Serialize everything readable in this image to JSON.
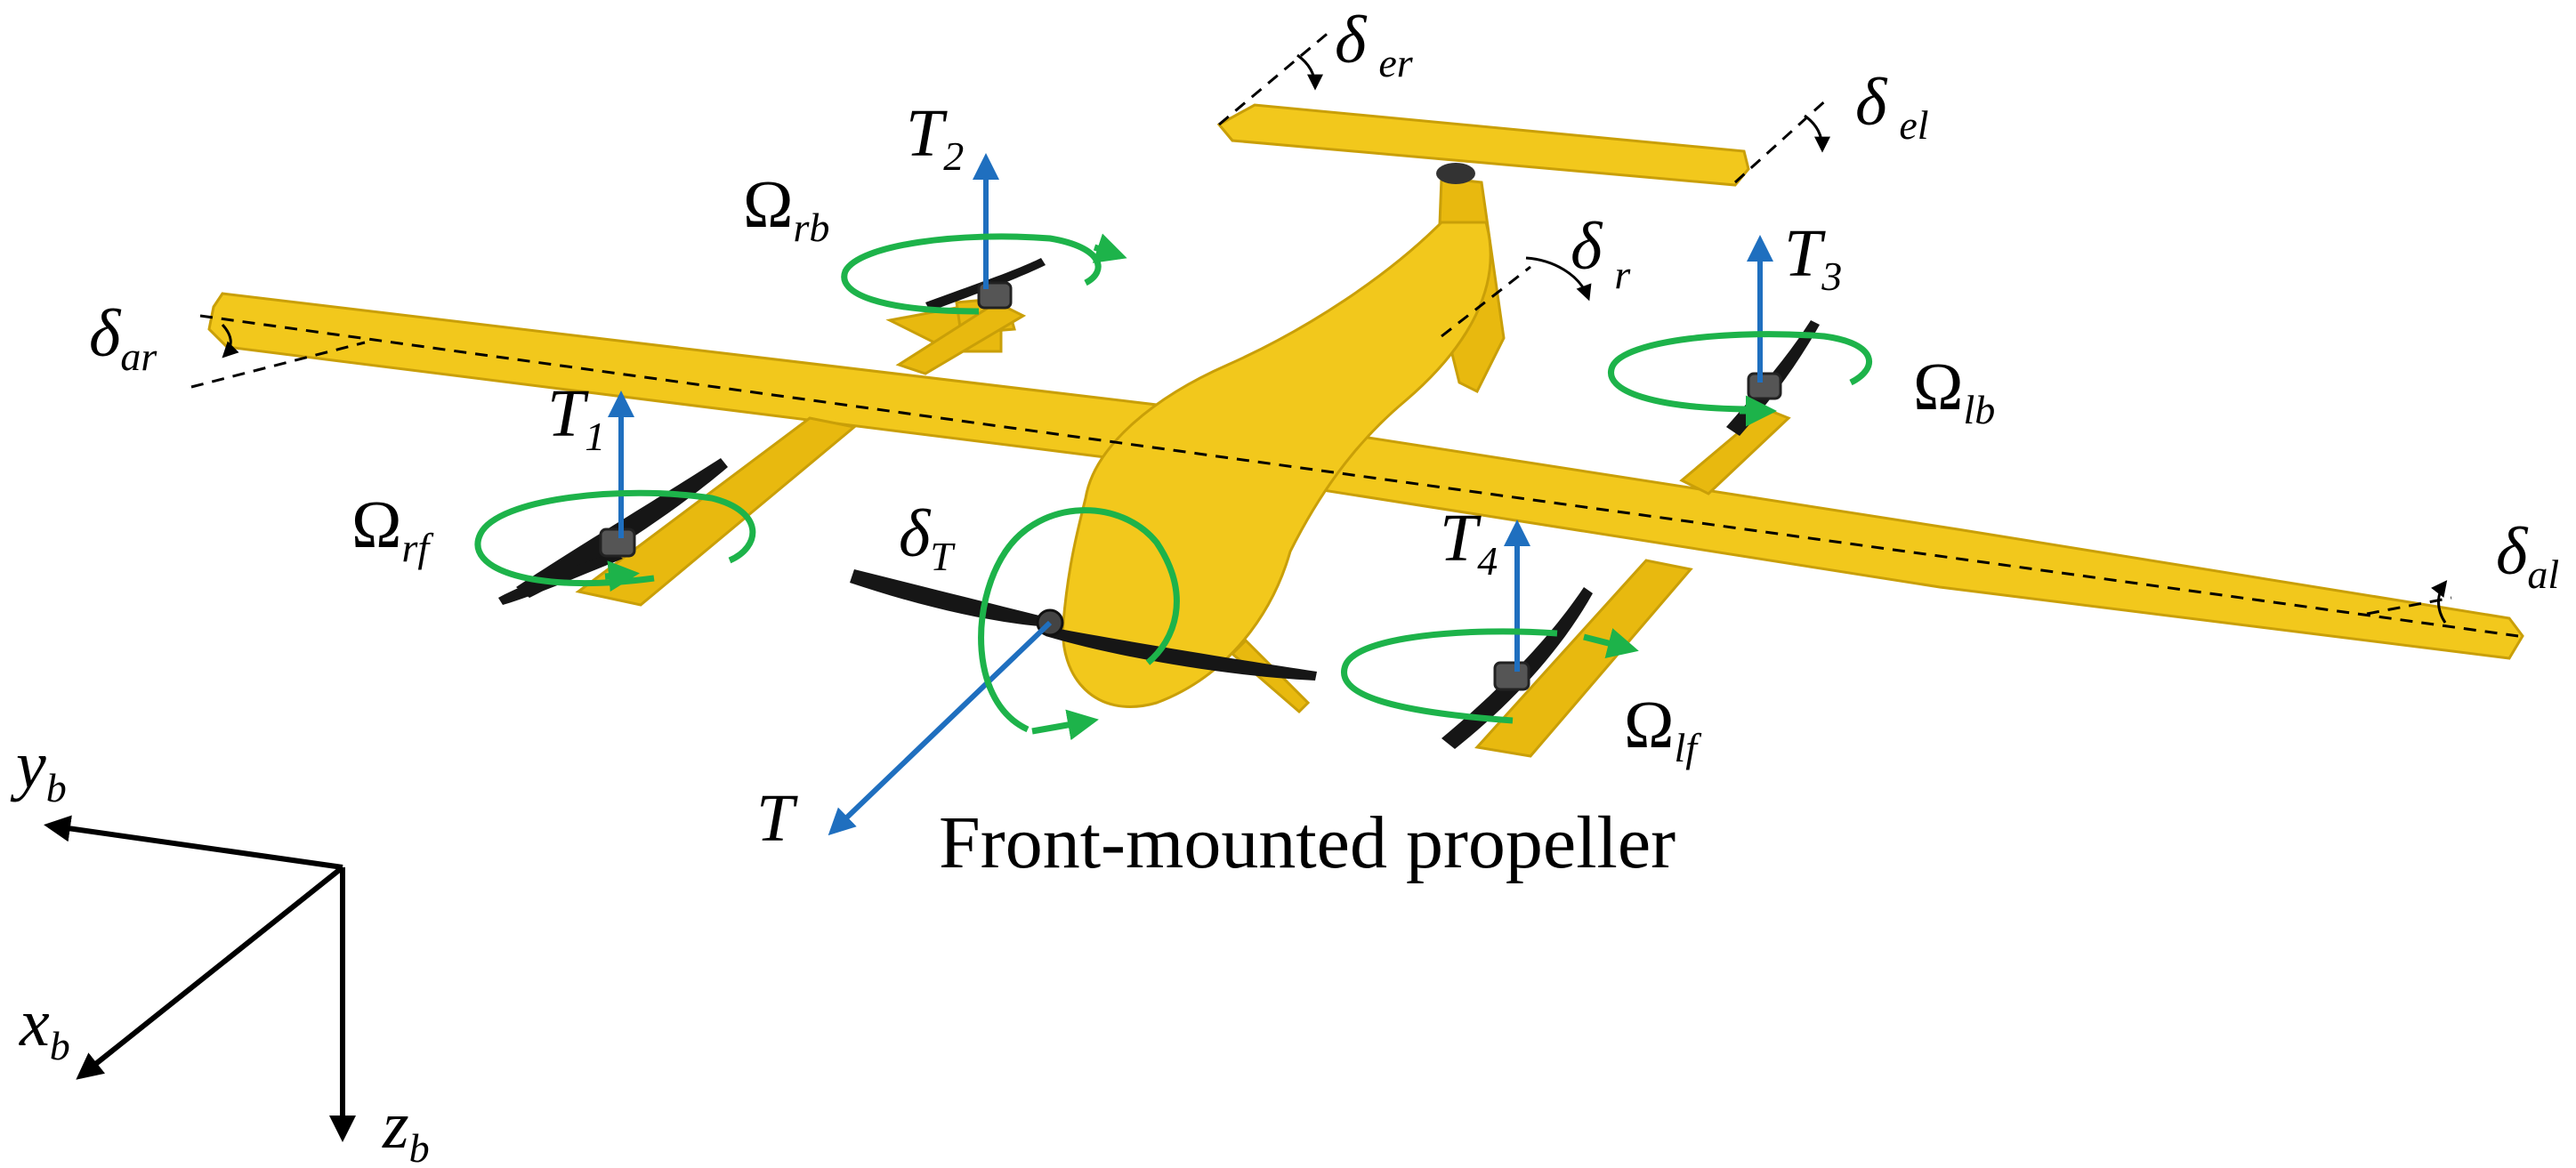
{
  "labels": {
    "T1": {
      "base": "T",
      "sub": "1"
    },
    "T2": {
      "base": "T",
      "sub": "2"
    },
    "T3": {
      "base": "T",
      "sub": "3"
    },
    "T4": {
      "base": "T",
      "sub": "4"
    },
    "T": {
      "base": "T"
    },
    "omega_rf": {
      "base": "Ω",
      "sub": "rf"
    },
    "omega_rb": {
      "base": "Ω",
      "sub": "rb"
    },
    "omega_lb": {
      "base": "Ω",
      "sub": "lb"
    },
    "omega_lf": {
      "base": "Ω",
      "sub": "lf"
    },
    "delta_T": {
      "base": "δ",
      "sub": "T"
    },
    "delta_ar": {
      "base": "δ",
      "sub": "ar"
    },
    "delta_al": {
      "base": "δ",
      "sub": "al"
    },
    "delta_er": {
      "base": "δ",
      "sub": "er"
    },
    "delta_el": {
      "base": "δ",
      "sub": "el"
    },
    "delta_r": {
      "base": "δ",
      "sub": "r"
    },
    "yb": {
      "base": "y",
      "sub": "b"
    },
    "xb": {
      "base": "x",
      "sub": "b"
    },
    "zb": {
      "base": "z",
      "sub": "b"
    }
  },
  "caption": "Front-mounted propeller",
  "colors": {
    "airframe": "#f2c81c",
    "thrust_arrows": "#1f6fbf",
    "rotation_arrows": "#1db34a",
    "propeller": "#161616"
  }
}
